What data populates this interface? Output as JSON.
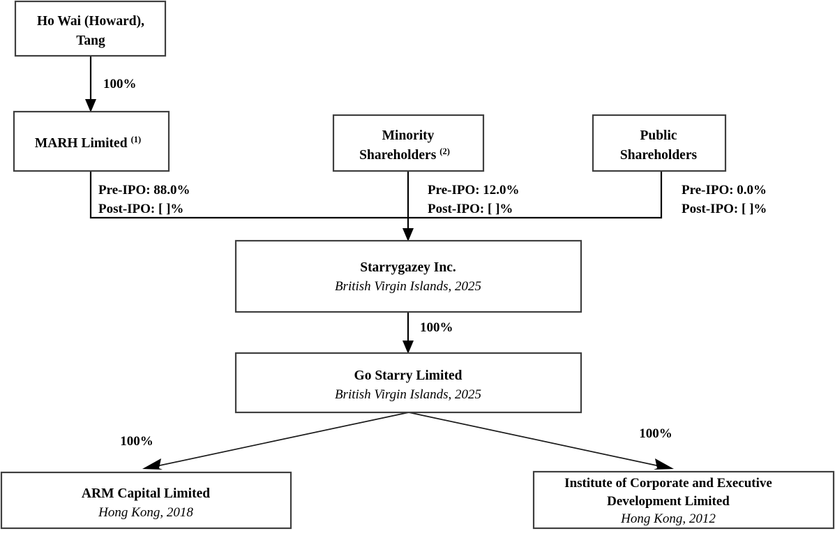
{
  "diagram": {
    "type": "corporate-shareholding-structure",
    "nodes": {
      "founder": {
        "line1": "Ho Wai (Howard),",
        "line2": "Tang"
      },
      "marh": {
        "name": "MARH Limited",
        "footnote": "(1)"
      },
      "minority": {
        "line1": "Minority",
        "line2": "Shareholders",
        "footnote": "(2)"
      },
      "public": {
        "line1": "Public",
        "line2": "Shareholders"
      },
      "starrygazey": {
        "name": "Starrygazey Inc.",
        "detail": "British Virgin Islands, 2025"
      },
      "gostarry": {
        "name": "Go Starry Limited",
        "detail": "British Virgin Islands, 2025"
      },
      "arm": {
        "name": "ARM Capital Limited",
        "detail": "Hong Kong, 2018"
      },
      "institute": {
        "line1": "Institute of Corporate and Executive",
        "line2": "Development Limited",
        "detail": "Hong Kong, 2012"
      }
    },
    "edges": {
      "founder_to_marh": "100%",
      "marh_to_starrygazey": {
        "pre": "Pre-IPO: 88.0%",
        "post": "Post-IPO: [ ]%"
      },
      "minority_to_starrygazey": {
        "pre": "Pre-IPO: 12.0%",
        "post": "Post-IPO: [ ]%"
      },
      "public_to_starrygazey": {
        "pre": "Pre-IPO: 0.0%",
        "post": "Post-IPO: [ ]%"
      },
      "starrygazey_to_gostarry": "100%",
      "gostarry_to_arm": "100%",
      "gostarry_to_institute": "100%"
    },
    "colors": {
      "box_border": "#3f3f3f",
      "line": "#000000",
      "background": "#ffffff",
      "text": "#000000"
    }
  }
}
